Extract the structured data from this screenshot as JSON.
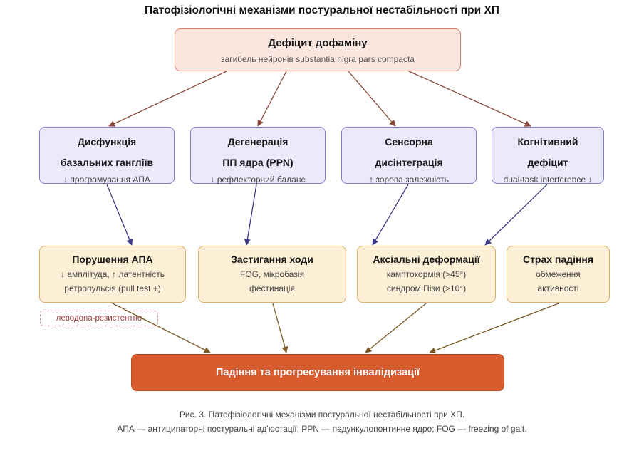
{
  "title": "Патофізіологічні механізми постуральної нестабільності при ХП",
  "top_node": {
    "heading": "Дефіцит дофаміну",
    "subtitle": "загибель нейронів substantia nigra pars compacta"
  },
  "mechanisms": [
    {
      "heading_1": "Дисфункція",
      "heading_2": "базальних гангліїв",
      "subtitle": "↓ програмування АПА"
    },
    {
      "heading_1": "Дегенерація",
      "heading_2": "ПП ядра (PPN)",
      "subtitle": "↓ рефлекторний баланс"
    },
    {
      "heading_1": "Сенсорна",
      "heading_2": "дисінтеграція",
      "subtitle": "↑ зорова залежність"
    },
    {
      "heading_1": "Когнітивний",
      "heading_2": "дефіцит",
      "subtitle": "dual-task interference ↓"
    }
  ],
  "manifestations": [
    {
      "heading": "Порушення АПА",
      "line_1": "↓ амплітуда, ↑ латентність",
      "line_2": "ретропульсія (pull test +)"
    },
    {
      "heading": "Застигання ходи",
      "line_1": "FOG, мікробазія",
      "line_2": "фестинація"
    },
    {
      "heading": "Аксіальні деформації",
      "line_1": "камптокормія (>45°)",
      "line_2": "синдром Пізи (>10°)"
    },
    {
      "heading": "Страх падіння",
      "line_1": "обмеження",
      "line_2": "активності"
    }
  ],
  "tag": "леводопа-резистентно",
  "bottom_node": {
    "heading": "Падіння та прогресування інвалідизації"
  },
  "caption": {
    "line_1": "Рис. 3. Патофізіологічні механізми постуральної нестабільності при ХП.",
    "line_2": "АПА — антиципаторні постуральні ад'юстації; PPN — педункулопонтинне ядро; FOG — freezing of gait."
  },
  "colors": {
    "top_fill": "#fbe6df",
    "mechanism_fill": "#ebeafc",
    "manifestation_fill": "#fcefd6",
    "bottom_fill": "#d95c2f",
    "arrow_top": "#8a4a3a",
    "arrow_mid": "#3d3a85",
    "arrow_bottom": "#7a5a22"
  }
}
